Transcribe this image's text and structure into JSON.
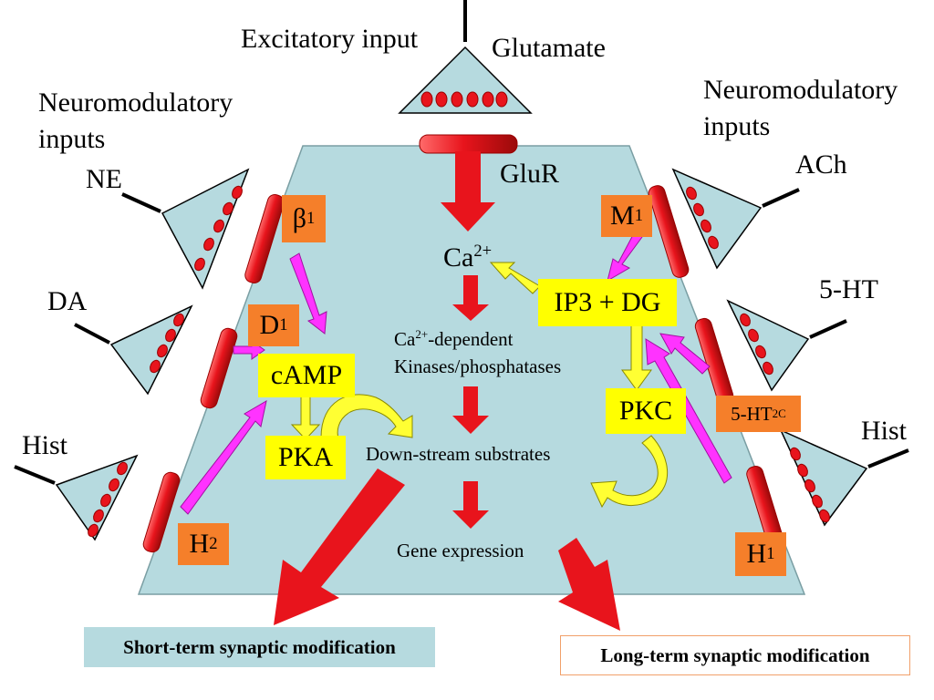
{
  "labels": {
    "excitatory_input": "Excitatory input",
    "glutamate": "Glutamate",
    "neuromodulatory_left": [
      "Neuromodulatory",
      "inputs"
    ],
    "neuromodulatory_right": [
      "Neuromodulatory",
      "inputs"
    ],
    "glur": "GluR",
    "ne": "NE",
    "da": "DA",
    "hist_left": "Hist",
    "ach": "ACh",
    "five_ht": "5-HT",
    "hist_right": "Hist",
    "ca_main": "Ca",
    "ca_main_sup": "2+",
    "ca_kinases_line1_a": "Ca",
    "ca_kinases_line1_sup": "2+",
    "ca_kinases_line1_b": "-dependent",
    "ca_kinases_line2": "Kinases/phosphatases",
    "downstream": "Down-stream substrates",
    "gene_expression": "Gene expression"
  },
  "receptors": {
    "beta1": {
      "main": "β",
      "sub": "1"
    },
    "d1": {
      "main": "D",
      "sub": "1"
    },
    "h2": {
      "main": "H",
      "sub": "2"
    },
    "m1": {
      "main": "M",
      "sub": "1"
    },
    "ht2c": {
      "main": "5-HT",
      "sub": "2C"
    },
    "h1": {
      "main": "H",
      "sub": "1"
    }
  },
  "messengers": {
    "camp": "cAMP",
    "pka": "PKA",
    "ip3_dg": "IP3 + DG",
    "pkc": "PKC"
  },
  "outcomes": {
    "short_term": "Short-term synaptic modification",
    "long_term": "Long-term synaptic modification"
  },
  "colors": {
    "cell_fill": "#b6dadf",
    "receptor_red": "#e8141c",
    "receptor_box": "#f57f2a",
    "messenger_box": "#ffff00",
    "magenta_arrow": "#ff33ff",
    "yellow_arrow": "#ffff33",
    "terminal_dots": "#e8141c"
  }
}
